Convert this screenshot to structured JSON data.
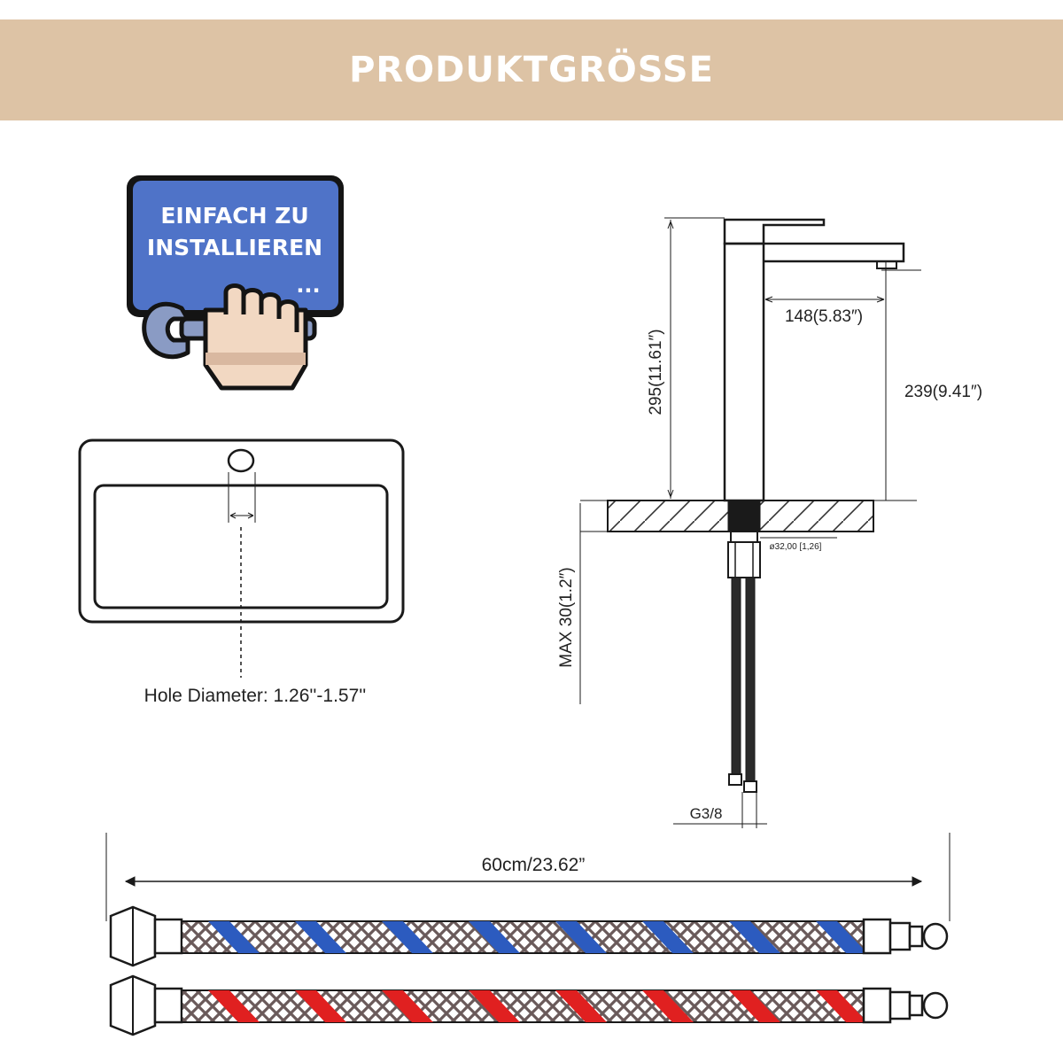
{
  "header": {
    "title": "PRODUKTGRÖSSE"
  },
  "install_sign": {
    "line1": "EINFACH ZU",
    "line2": "INSTALLIEREN",
    "dots": "...",
    "icon": "wrench-hand-icon",
    "color": "#4f73c8"
  },
  "sink": {
    "hole_label": "Hole Diameter: 1.26''-1.57''"
  },
  "faucet": {
    "height_total": "295(11.61″)",
    "spout_reach": "148(5.83″)",
    "spout_height": "239(9.41″)",
    "base_diameter": "ø32,00  [1,26]",
    "max_thickness": "MAX 30(1.2″)",
    "thread": "G3/8"
  },
  "hoses": {
    "length": "60cm/23.62”",
    "cold_color": "#2c5bbf",
    "hot_color": "#e02020"
  }
}
